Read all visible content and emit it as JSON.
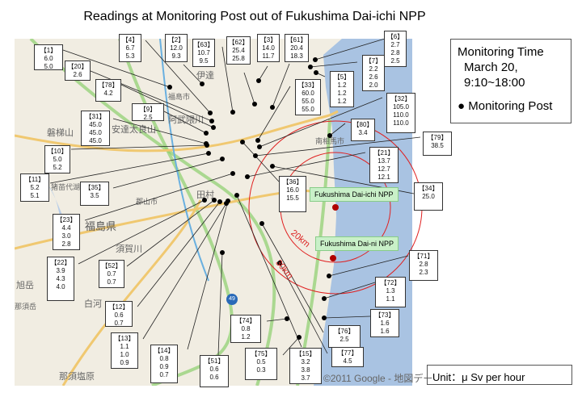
{
  "title": "Readings at Monitoring Post out of Fukushima Dai-ichi NPP",
  "legend": {
    "heading": "Monitoring Time",
    "date": "March 20,",
    "time": "9:10~18:00",
    "marker_symbol": "●",
    "marker_label": "Monitoring Post"
  },
  "unit": "Unit：μ Sv per hour",
  "npp": {
    "daiichi": "Fukushima Dai-ichi NPP",
    "daini": "Fukushima Dai-ni NPP"
  },
  "radius_labels": {
    "r20": "20km",
    "r30": "30km"
  },
  "copyright": "©2011 Google - 地図デー",
  "route_shield": "49",
  "map_labels": [
    "福島県",
    "須賀川",
    "田村",
    "磐梯山",
    "旭岳",
    "那須塩原",
    "阿武隈川",
    "南相馬市",
    "伊達",
    "福島市",
    "安達太良山",
    "猪苗代湖",
    "郡山市",
    "白河",
    "那須岳"
  ],
  "colors": {
    "sea": "#a9c3e2",
    "land": "#f1ede2",
    "radius": "#e02020",
    "npp_label_bg": "#c9f0c8",
    "npp_dot": "#b00000"
  },
  "posts": [
    {
      "id": "【1】",
      "values": [
        "6.0",
        "5.0"
      ]
    },
    {
      "id": "【20】",
      "values": [
        "2.6"
      ]
    },
    {
      "id": "【78】",
      "values": [
        "4.2"
      ]
    },
    {
      "id": "【4】",
      "values": [
        "6.7",
        "5.3"
      ]
    },
    {
      "id": "【2】",
      "values": [
        "12.0",
        "9.3"
      ]
    },
    {
      "id": "【63】",
      "values": [
        "10.7",
        "9.5"
      ]
    },
    {
      "id": "【62】",
      "values": [
        "25.4",
        "25.8"
      ]
    },
    {
      "id": "【3】",
      "values": [
        "14.0",
        "11.7"
      ]
    },
    {
      "id": "【61】",
      "values": [
        "20.4",
        "18.3"
      ]
    },
    {
      "id": "【6】",
      "values": [
        "2.7",
        "2.8",
        "2.5"
      ]
    },
    {
      "id": "【7】",
      "values": [
        "2.2",
        "2.6",
        "2.0"
      ]
    },
    {
      "id": "【5】",
      "values": [
        "1.2",
        "1.2",
        "1.2"
      ]
    },
    {
      "id": "【33】",
      "values": [
        "60.0",
        "55.0",
        "55.0"
      ]
    },
    {
      "id": "【32】",
      "values": [
        "105.0",
        "110.0",
        "110.0"
      ]
    },
    {
      "id": "【80】",
      "values": [
        "3.4"
      ]
    },
    {
      "id": "【79】",
      "values": [
        "38.5"
      ]
    },
    {
      "id": "【21】",
      "values": [
        "13.7",
        "12.7",
        "12.1"
      ]
    },
    {
      "id": "【9】",
      "values": [
        "2.5"
      ]
    },
    {
      "id": "【31】",
      "values": [
        "45.0",
        "45.0",
        "45.0"
      ]
    },
    {
      "id": "【10】",
      "values": [
        "5.0",
        "5.2"
      ]
    },
    {
      "id": "【11】",
      "values": [
        "5.2",
        "5.1"
      ]
    },
    {
      "id": "【35】",
      "values": [
        "3.5"
      ]
    },
    {
      "id": "【23】",
      "values": [
        "4.4",
        "3.0",
        "2.8"
      ]
    },
    {
      "id": "【22】",
      "values": [
        "3.9",
        "4.3",
        "4.0"
      ]
    },
    {
      "id": "【52】",
      "values": [
        "0.7",
        "0.7"
      ]
    },
    {
      "id": "【12】",
      "values": [
        "0.6",
        "0.7"
      ]
    },
    {
      "id": "【13】",
      "values": [
        "1.1",
        "1.0",
        "0.9"
      ]
    },
    {
      "id": "【14】",
      "values": [
        "0.8",
        "0.9",
        "0.7"
      ]
    },
    {
      "id": "【51】",
      "values": [
        "0.6",
        "0.6"
      ]
    },
    {
      "id": "【36】",
      "values": [
        "16.0",
        "15.5"
      ]
    },
    {
      "id": "【34】",
      "values": [
        "25.0"
      ]
    },
    {
      "id": "【71】",
      "values": [
        "2.8",
        "2.3"
      ]
    },
    {
      "id": "【72】",
      "values": [
        "1.3",
        "1.1"
      ]
    },
    {
      "id": "【73】",
      "values": [
        "1.6",
        "1.6"
      ]
    },
    {
      "id": "【74】",
      "values": [
        "0.8",
        "1.2"
      ]
    },
    {
      "id": "【76】",
      "values": [
        "2.5"
      ]
    },
    {
      "id": "【77】",
      "values": [
        "4.5"
      ]
    },
    {
      "id": "【75】",
      "values": [
        "0.5",
        "0.3"
      ]
    },
    {
      "id": "【15】",
      "values": [
        "3.2",
        "3.8",
        "3.7"
      ]
    }
  ]
}
